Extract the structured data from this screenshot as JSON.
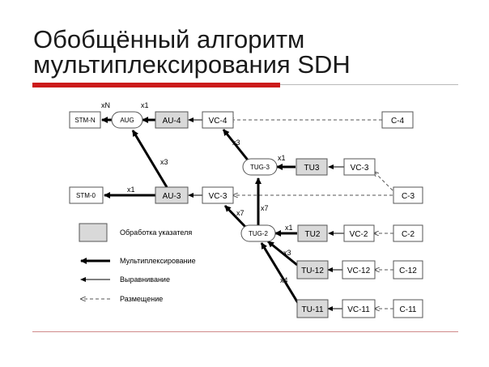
{
  "title": {
    "line1": "Обобщённый алгоритм",
    "line2": "мультиплексирования SDH"
  },
  "colors": {
    "accent": "#cc1a1a",
    "shaded_box": "#d9d9d9",
    "box_border": "#555555"
  },
  "nodes": {
    "stm_n": "STM-N",
    "aug": "AUG",
    "au4": "AU-4",
    "vc4": "VC-4",
    "c4": "C-4",
    "tug3": "TUG-3",
    "tu3": "TU3",
    "vc3_top": "VC-3",
    "c3": "C-3",
    "stm0": "STM-0",
    "au3": "AU-3",
    "vc3_mid": "VC-3",
    "tug2": "TUG-2",
    "tu2": "TU2",
    "vc2": "VC-2",
    "c2": "C-2",
    "tu12": "TU-12",
    "vc12": "VC-12",
    "c12": "C-12",
    "tu11": "TU-11",
    "vc11": "VC-11",
    "c11": "C-11"
  },
  "multipliers": {
    "aug_to_stmn": "xN",
    "au4_to_aug": "x1",
    "au3_to_aug": "x3",
    "vc4_tug3": "x3",
    "tu3_to_tug3": "x1",
    "au3_to_stm0": "x1",
    "tug2_to_tug3": "x7",
    "tug2_to_vc3": "x7",
    "tu2_to_tug2": "x1",
    "tu12_to_tug2": "x3",
    "tu11_to_tug2": "x4"
  },
  "legend": {
    "pointer_processing": "Обработка указателя",
    "multiplexing": "Мультиплексирование",
    "alignment": "Выравнивание",
    "mapping": "Размещение"
  }
}
